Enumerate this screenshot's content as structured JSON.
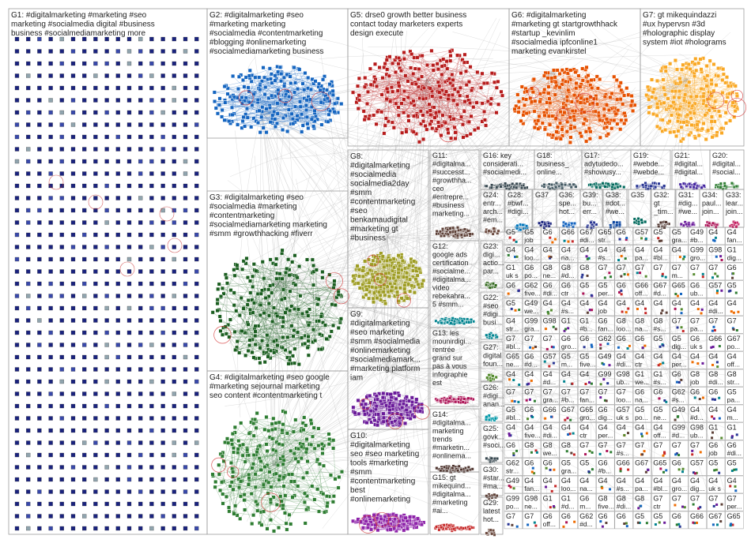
{
  "groups": [
    {
      "id": "G1",
      "lines": [
        "G1: #digitalmarketing #marketing #seo",
        "marketing #socialmedia digital #business",
        "business #socialmediamarketing more"
      ],
      "color": "#1a237e"
    },
    {
      "id": "G2",
      "lines": [
        "G2: #digitalmarketing #seo",
        "#marketing marketing",
        "#socialmedia #contentmarketing",
        "#blogging #onlinemarketing",
        "#socialmediamarketing business"
      ],
      "color": "#1565c0"
    },
    {
      "id": "G5",
      "lines": [
        "G5: drse0 growth better business",
        "contact today marketers experts",
        "design execute"
      ],
      "color": "#b71c1c"
    },
    {
      "id": "G6",
      "lines": [
        "G6: #digitalmarketing",
        "#marketing gt startgrowthhack",
        "#startup _kevinlim",
        "#socialmedia ipfconline1",
        "marketing evankirstel"
      ],
      "color": "#e65100"
    },
    {
      "id": "G7",
      "lines": [
        "G7: gt mikequindazzi",
        "#ux hypervsn #3d",
        "#holographic display",
        "system #iot #holograms"
      ],
      "color": "#f9a825"
    },
    {
      "id": "G3",
      "lines": [
        "G3: #digitalmarketing #seo",
        "#socialmedia #marketing",
        "#contentmarketing",
        "#socialmediamarketing marketing",
        "#smm #growthhacking #fiverr"
      ],
      "color": "#1b5e20"
    },
    {
      "id": "G8",
      "lines": [
        "G8:",
        "#digitalmarketing",
        "#socialmedia",
        "socialmedia2day",
        "#smm",
        "#contentmarketing",
        "#seo",
        "benkamaudigital",
        "#marketing gt",
        "#business"
      ],
      "color": "#9e9d24"
    },
    {
      "id": "G9",
      "lines": [
        "G9:",
        "#digitalmarketing",
        "#seo marketing",
        "#smm #socialmedia",
        "#onlinemarketing",
        "#socialmediamark...",
        "#marketing platform",
        "iam"
      ],
      "color": "#6a1b9a"
    },
    {
      "id": "G4",
      "lines": [
        "G4: #digitalmarketing #seo google",
        "#marketing sejournal marketing",
        "seo content #contentmarketing t"
      ],
      "color": "#2e7d32"
    },
    {
      "id": "G10",
      "lines": [
        "G10:",
        "#digitalmarketing",
        "seo #seo marketing",
        "tools #marketing",
        "#smm",
        "#contentmarketing",
        "best",
        "#onlinemarketing"
      ],
      "color": "#8e24aa"
    },
    {
      "id": "G11",
      "lines": [
        "G11:",
        "#digitalma...",
        "#successt...",
        "#growthha...",
        "ceo",
        "#entrepre...",
        "#business",
        "marketing..."
      ],
      "color": "#5d4037"
    },
    {
      "id": "G12",
      "lines": [
        "G12:",
        "google ads",
        "certification",
        "#socialme...",
        "#digitalma...",
        "video",
        "rebekahra...",
        "5 #smm..."
      ],
      "color": "#00838f"
    },
    {
      "id": "G13",
      "lines": [
        "G13: les",
        "mounirdigi...",
        "rentrée",
        "grand sur",
        "pas à vous",
        "infographie",
        "est"
      ],
      "color": "#ad1457"
    },
    {
      "id": "G14",
      "lines": [
        "G14:",
        "#digitalma...",
        "marketing",
        "trends",
        "#marketin...",
        "#onlinema..."
      ],
      "color": "#4e342e"
    },
    {
      "id": "G15",
      "lines": [
        "G15: gt",
        "mikequind...",
        "#digitalma...",
        "#marketing",
        "#ai..."
      ],
      "color": "#c62828"
    },
    {
      "id": "G16",
      "lines": [
        "G16: key",
        "considerati...",
        "#socialmedi..."
      ],
      "color": "#37474f"
    },
    {
      "id": "G18",
      "lines": [
        "G18:",
        "business_",
        "online..."
      ],
      "color": "#455a64"
    },
    {
      "id": "G17",
      "lines": [
        "G17:",
        "adytudedo...",
        "#showusy..."
      ],
      "color": "#00695c"
    },
    {
      "id": "G19",
      "lines": [
        "G19:",
        "#webde...",
        "#webde..."
      ],
      "color": "#283593"
    },
    {
      "id": "G21",
      "lines": [
        "G21:",
        "#digital...",
        "#digital..."
      ],
      "color": "#4527a0"
    },
    {
      "id": "G20",
      "lines": [
        "G20:",
        "#digital...",
        "#social..."
      ],
      "color": "#2e7d32"
    },
    {
      "id": "G24",
      "lines": [
        "G24:",
        "entr...",
        "arch...",
        "#em..."
      ],
      "color": "#6d4c41"
    },
    {
      "id": "G28",
      "lines": [
        "G28:",
        "#bwf...",
        "#digi..."
      ],
      "color": "#0277bd"
    },
    {
      "id": "G37",
      "lines": [
        "G37",
        "",
        ""
      ],
      "color": "#1a237e"
    },
    {
      "id": "G36",
      "lines": [
        "G36:",
        "spe...",
        "hot..."
      ],
      "color": "#1565c0"
    },
    {
      "id": "G39",
      "lines": [
        "G39:",
        "bu...",
        "err..."
      ],
      "color": "#283593"
    },
    {
      "id": "G38",
      "lines": [
        "G38:",
        "#dot...",
        "#we..."
      ],
      "color": "#0d47a1"
    },
    {
      "id": "G35",
      "lines": [
        "G35",
        ""
      ],
      "color": "#00695c"
    },
    {
      "id": "G32",
      "lines": [
        "G32:",
        "gt",
        "_tim..."
      ],
      "color": "#4e342e"
    },
    {
      "id": "G31",
      "lines": [
        "G31:",
        "#dig...",
        "#we..."
      ],
      "color": "#6a1b9a"
    },
    {
      "id": "G34",
      "lines": [
        "G34:",
        "paul...",
        "join..."
      ],
      "color": "#ad1457"
    },
    {
      "id": "G33",
      "lines": [
        "G33:",
        "lear...",
        "join..."
      ],
      "color": "#c2185b"
    },
    {
      "id": "G23",
      "lines": [
        "G23:",
        "digi...",
        "actio...",
        "par..."
      ],
      "color": "#33691e"
    },
    {
      "id": "G22",
      "lines": [
        "G22:",
        "#seo",
        "#digi...",
        "busi..."
      ],
      "color": "#00838f"
    },
    {
      "id": "G27",
      "lines": [
        "G27:",
        "digital",
        "foun..."
      ],
      "color": "#558b2f"
    },
    {
      "id": "G26",
      "lines": [
        "G26:",
        "#digi...",
        "anan..."
      ],
      "color": "#0097a7"
    },
    {
      "id": "G25",
      "lines": [
        "G25:",
        "govk...",
        "#soci..."
      ],
      "color": "#37474f"
    },
    {
      "id": "G30",
      "lines": [
        "G30:",
        "#star...",
        "#ma..."
      ],
      "color": "#5d4037"
    },
    {
      "id": "G29",
      "lines": [
        "G29:",
        "latest",
        "hot..."
      ],
      "color": "#6d4c41"
    }
  ],
  "small_labels": [
    "G5",
    "G5",
    "G6",
    "G66",
    "G67",
    "G65",
    "G6",
    "G57",
    "G5",
    "G5",
    "G49",
    "G4",
    "G4",
    "G4",
    "G4",
    "G4",
    "G4",
    "G4",
    "G4",
    "G4",
    "G4",
    "G4",
    "G4",
    "G99",
    "G98",
    "G1",
    "G1",
    "G6",
    "G8",
    "G8",
    "G8",
    "G7",
    "G7",
    "G7",
    "G7",
    "G7",
    "G7",
    "G7",
    "G6",
    "G6",
    "G62",
    "G6",
    "G6"
  ],
  "small_words": [
    "job",
    "#di...",
    "str...",
    "gra...",
    "#b...",
    "fan...",
    "loo...",
    "na...",
    "#s...",
    "pa...",
    "#bl...",
    "gro...",
    "dig...",
    "uk s",
    "po...",
    "ne...",
    "#d...",
    "m...",
    "five...",
    "#di...",
    "ctr",
    "per...",
    "off...",
    "#d...",
    "ub...",
    "we...",
    "#s..."
  ],
  "colors": {
    "background": "#ffffff",
    "border": "#9e9e9e",
    "edge": "#b0b0b0",
    "node_border": "#424242"
  }
}
